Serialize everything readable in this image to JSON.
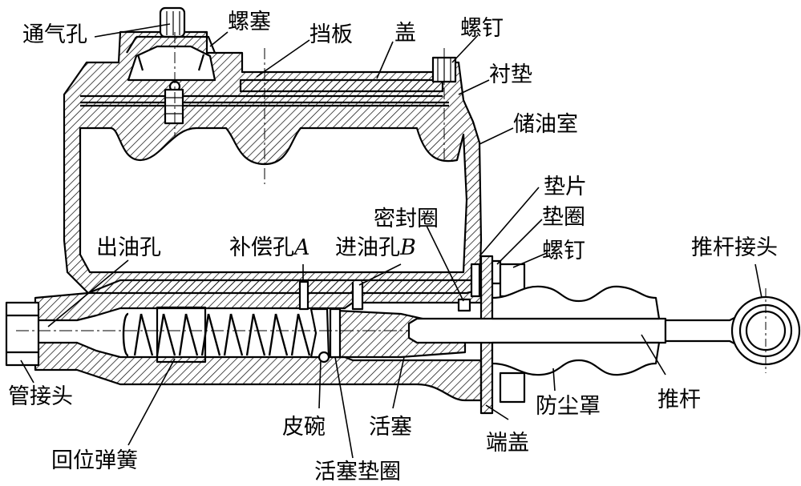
{
  "labels": {
    "vent_hole": "通气孔",
    "plug_screw": "螺塞",
    "baffle": "挡板",
    "cover": "盖",
    "screw_top": "螺钉",
    "liner": "衬垫",
    "reservoir": "储油室",
    "shim": "垫片",
    "seal_ring": "密封圈",
    "washer": "垫圈",
    "screw_side": "螺钉",
    "pushrod_joint": "推杆接头",
    "outlet_hole": "出油孔",
    "comp_hole": "补偿孔",
    "comp_hole_letter": "A",
    "inlet_hole": "进油孔",
    "inlet_hole_letter": "B",
    "pipe_joint": "管接头",
    "leather_cup": "皮碗",
    "piston": "活塞",
    "dust_cover": "防尘罩",
    "pushrod": "推杆",
    "end_cap": "端盖",
    "return_spring": "回位弹簧",
    "piston_washer": "活塞垫圈"
  },
  "colors": {
    "line": "#000000",
    "background": "#ffffff"
  }
}
